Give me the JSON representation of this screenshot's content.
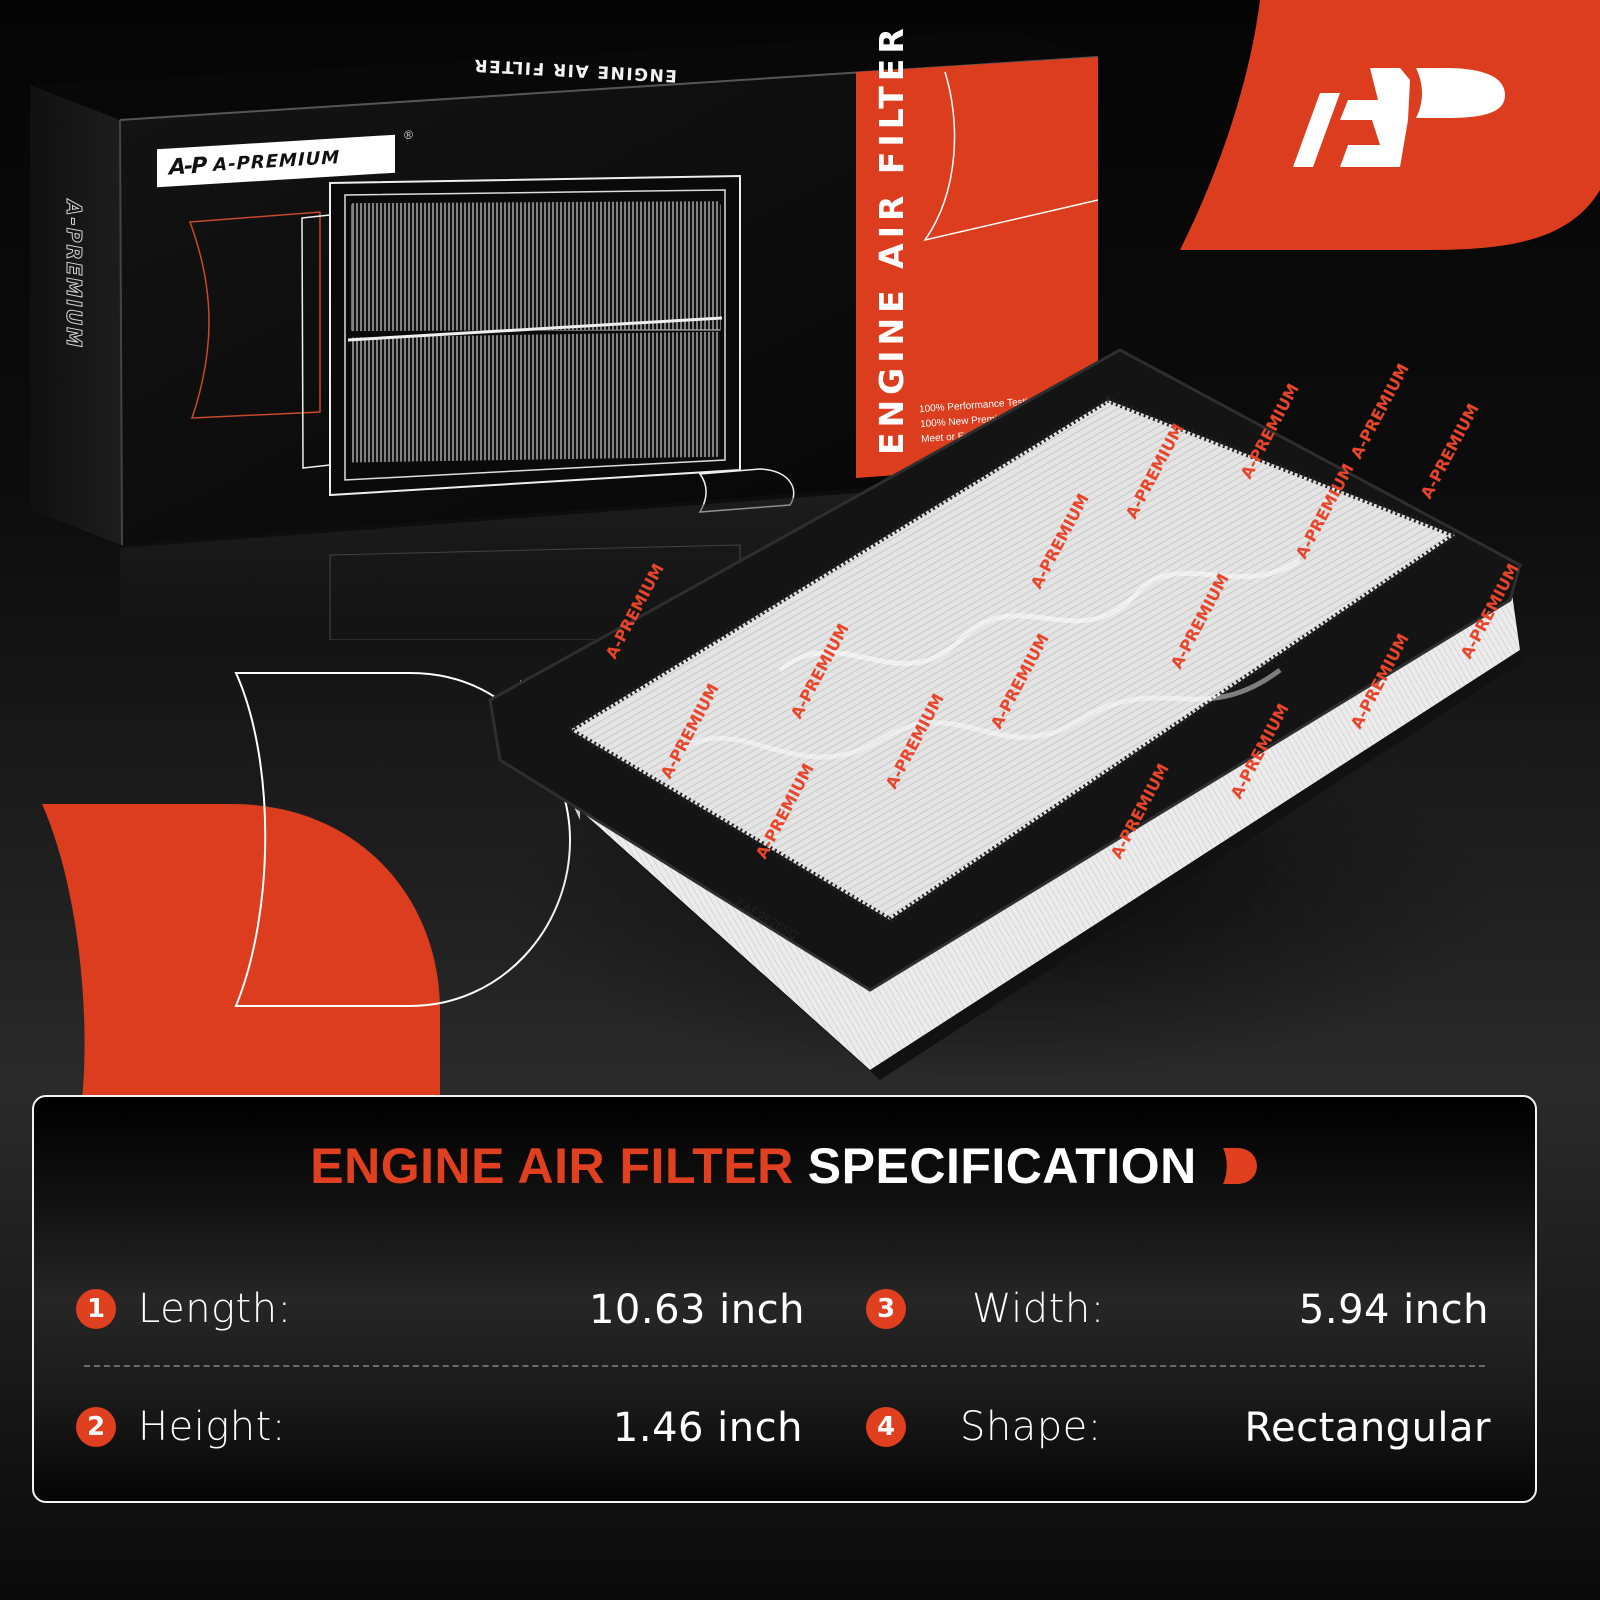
{
  "brand": {
    "name": "A-PREMIUM",
    "registered_mark": "®",
    "logo_mark": "A-P",
    "colors": {
      "accent": "#e0401f",
      "background": "#262626",
      "panel_border": "#f4f4f4",
      "text": "#ffffff"
    }
  },
  "box": {
    "logo_text": "A-PREMIUM",
    "spine_text": "A-PREMIUM",
    "top_text": "ENGINE AIR FILTER",
    "panel_title": "ENGINE AIR FILTER",
    "panel_lines": [
      "100% Performance Testing",
      "100% New Premium",
      "Meet or Ex"
    ]
  },
  "product": {
    "part_number": "EAF99265C",
    "wrap_text": "A-PREMIUM"
  },
  "spec": {
    "title_accent": "ENGINE AIR FILTER",
    "title_white": "SPECIFICATION",
    "items": [
      {
        "number": "1",
        "label": "Length:",
        "value": "10.63 inch"
      },
      {
        "number": "2",
        "label": "Height:",
        "value": "1.46 inch"
      },
      {
        "number": "3",
        "label": "Width:",
        "value": "5.94 inch"
      },
      {
        "number": "4",
        "label": "Shape:",
        "value": "Rectangular"
      }
    ]
  }
}
